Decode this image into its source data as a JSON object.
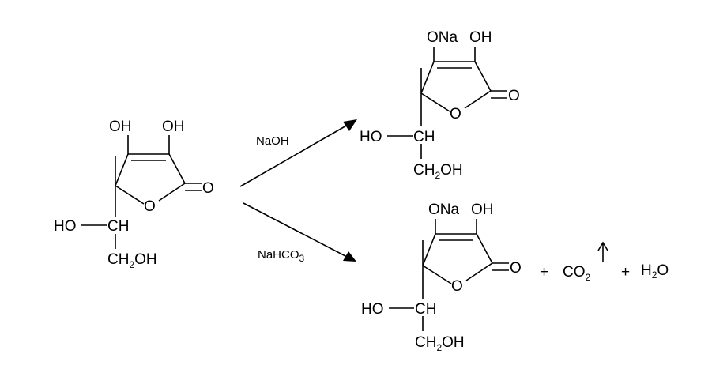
{
  "reactant": {
    "oh_left": "OH",
    "oh_right": "OH",
    "ring_o": "O",
    "carbonyl_o": "O",
    "ho": "HO",
    "ch": "CH",
    "ch2oh_c": "CH",
    "ch2oh_sub": "2",
    "ch2oh_oh": "OH"
  },
  "reagents": {
    "naoh": "NaOH",
    "nahco3_main": "NaHCO",
    "nahco3_sub": "3"
  },
  "product_top": {
    "ona": "ONa",
    "oh": "OH",
    "ring_o": "O",
    "carbonyl_o": "O",
    "ho": "HO",
    "ch": "CH",
    "ch2oh_c": "CH",
    "ch2oh_sub": "2",
    "ch2oh_oh": "OH"
  },
  "product_bottom": {
    "ona": "ONa",
    "oh": "OH",
    "ring_o": "O",
    "carbonyl_o": "O",
    "ho": "HO",
    "ch": "CH",
    "ch2oh_c": "CH",
    "ch2oh_sub": "2",
    "ch2oh_oh": "OH"
  },
  "byproducts": {
    "plus1": "+",
    "co2_main": "CO",
    "co2_sub": "2",
    "plus2": "+",
    "h2o_h": "H",
    "h2o_sub": "2",
    "h2o_o": "O"
  }
}
